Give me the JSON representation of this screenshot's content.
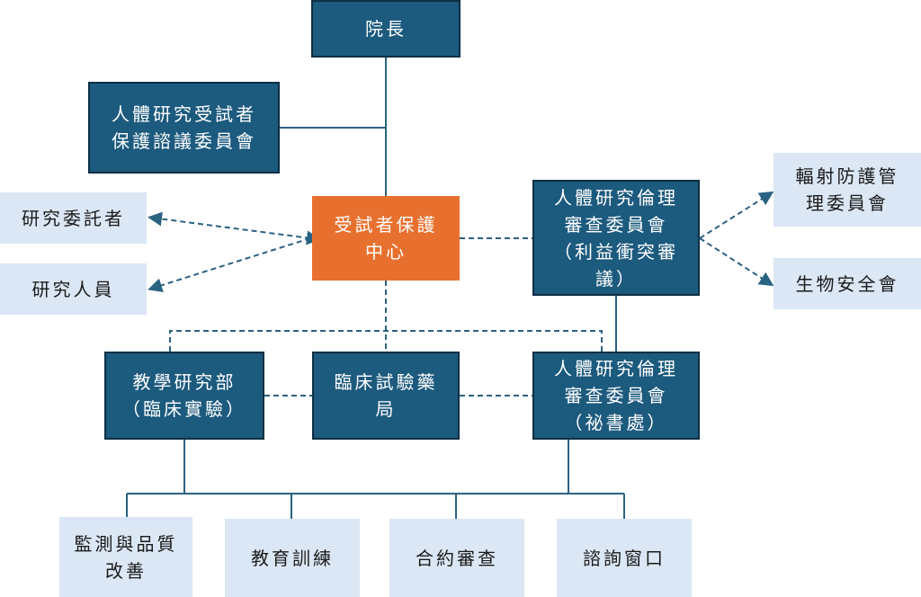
{
  "title": "受試者保護中心 組織架構",
  "colors": {
    "primary": "#1c5a7e",
    "accent": "#e8702e",
    "secondary": "#dbe7f4",
    "line": "#2a6281"
  },
  "nodes": {
    "president": "院長",
    "advisory_committee": "人體研究受試者\n保護諮議委員會",
    "hrpp_center": "受試者保護\n中心",
    "sponsor": "研究委託者",
    "researcher": "研究人員",
    "irb_coi": "人體研究倫理\n審查委員會\n（利益衝突審\n議）",
    "radiation_committee": "輻射防護管\n理委員會",
    "biosafety_committee": "生物安全會",
    "research_dept": "教學研究部\n（臨床實驗）",
    "pharmacy": "臨床試驗藥\n局",
    "irb_secretariat": "人體研究倫理\n審查委員會\n（祕書處）",
    "monitoring_qi": "監測與品質\n改善",
    "education_training": "教育訓練",
    "contract_review": "合約審查",
    "consultation_window": "諮詢窗口"
  }
}
